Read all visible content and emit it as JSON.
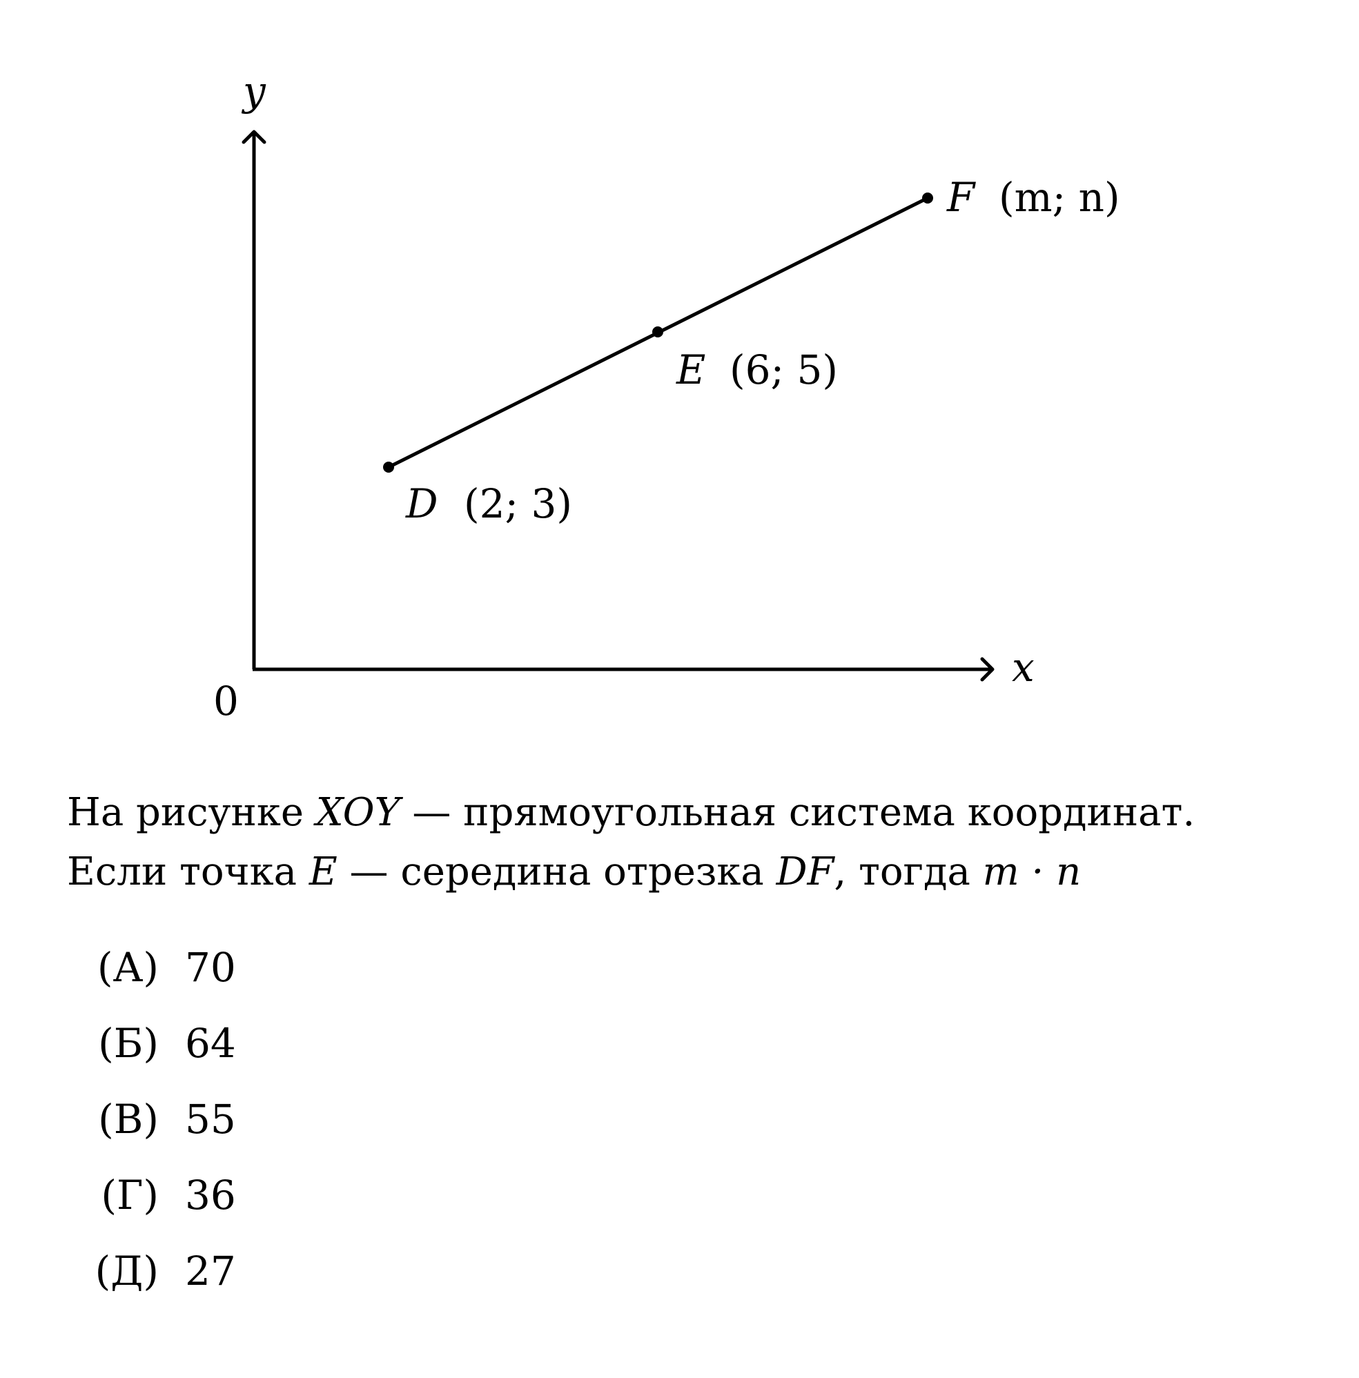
{
  "figure": {
    "axis_x_label": "x",
    "axis_y_label": "y",
    "origin_label": "0",
    "points": [
      {
        "id": "D",
        "name": "D",
        "coords": "(2; 3)"
      },
      {
        "id": "E",
        "name": "E",
        "coords": "(6; 5)"
      },
      {
        "id": "F",
        "name": "F",
        "coords": "(m; n)"
      }
    ]
  },
  "question": {
    "line1_a": "На рисунке ",
    "line1_xoy": "XOY",
    "line1_b": " — прямоугольная система координат.",
    "line2_a": "Если точка ",
    "line2_e": "E",
    "line2_b": " — середина отрезка ",
    "line2_df": "DF",
    "line2_c": ", тогда ",
    "line2_expr": "m · n"
  },
  "options": [
    {
      "label": "(А)",
      "value": "70"
    },
    {
      "label": "(Б)",
      "value": "64"
    },
    {
      "label": "(В)",
      "value": "55"
    },
    {
      "label": "(Г)",
      "value": "36"
    },
    {
      "label": "(Д)",
      "value": "27"
    }
  ]
}
